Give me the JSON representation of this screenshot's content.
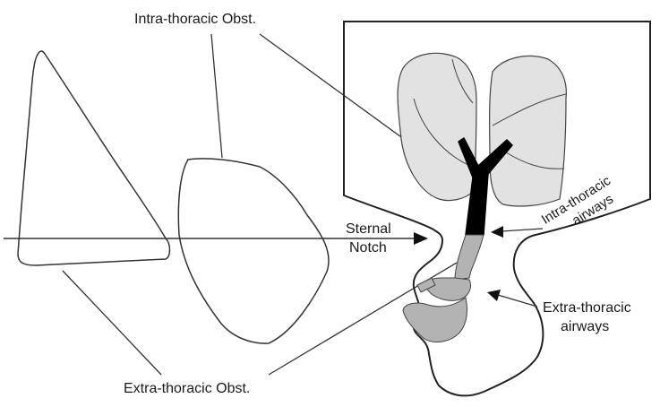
{
  "labels": {
    "intra_obst": "Intra-thoracic Obst.",
    "extra_obst": "Extra-thoracic Obst.",
    "sternal_line1": "Sternal",
    "sternal_line2": "Notch",
    "intra_airways_line1": "Intra-thoracic",
    "intra_airways_line2": "airways",
    "extra_airways_line1": "Extra-thoracic",
    "extra_airways_line2": "airways"
  },
  "colors": {
    "stroke": "#333333",
    "lung_fill": "#e2e2e2",
    "intra_airway_fill": "#000000",
    "extra_airway_fill": "#b3b3b3"
  }
}
